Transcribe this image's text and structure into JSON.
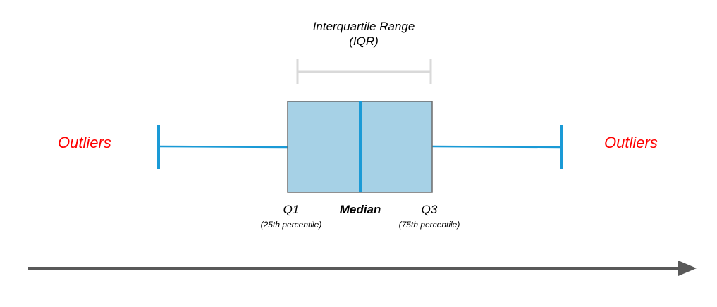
{
  "labels": {
    "iqr_title": "Interquartile Range",
    "iqr_abbr": "(IQR)",
    "outliers_left": "Outliers",
    "outliers_right": "Outliers",
    "q1": "Q1",
    "q1_sub": "(25th percentile)",
    "median": "Median",
    "q3": "Q3",
    "q3_sub": "(75th percentile)"
  },
  "colors": {
    "box_fill": "#a6d1e6",
    "box_border": "#6b6b6b",
    "whisker_blue": "#1a9ad6",
    "iqr_bracket": "#d9d9d9",
    "outlier_text": "#ff0000",
    "axis_arrow": "#595959"
  }
}
